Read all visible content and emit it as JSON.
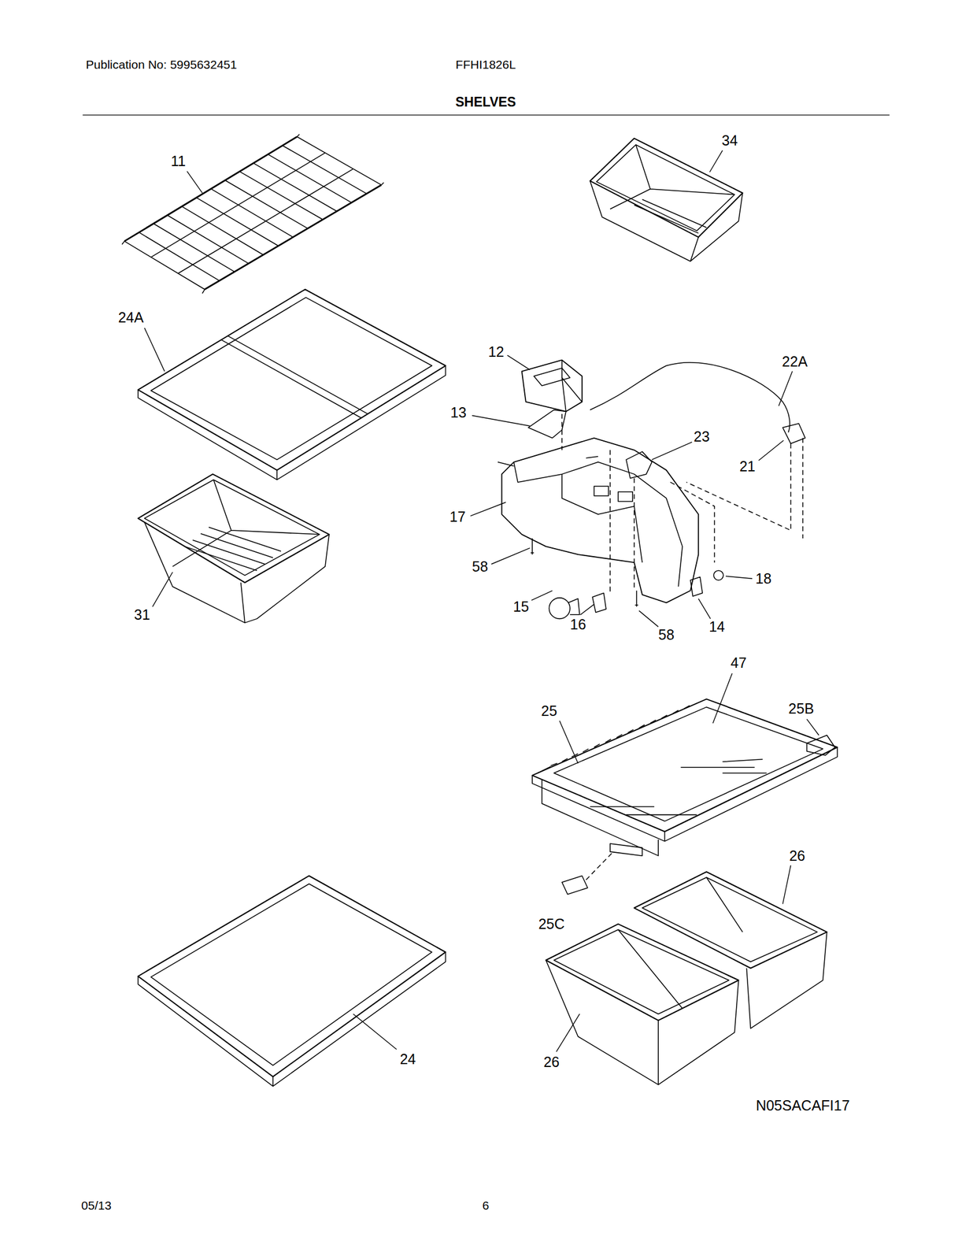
{
  "diagram": {
    "title": "SHELVES",
    "labels": [
      "Publication No: 5995632451",
      "FFHI1826L",
      "11",
      "34",
      "24A",
      "12",
      "22A",
      "13",
      "23",
      "21",
      "17",
      "58",
      "18",
      "15",
      "31",
      "16",
      "58",
      "14",
      "47",
      "25",
      "25B",
      "26",
      "25C",
      "24",
      "26",
      "N05SACAFI17",
      "05/13",
      "6"
    ]
  }
}
